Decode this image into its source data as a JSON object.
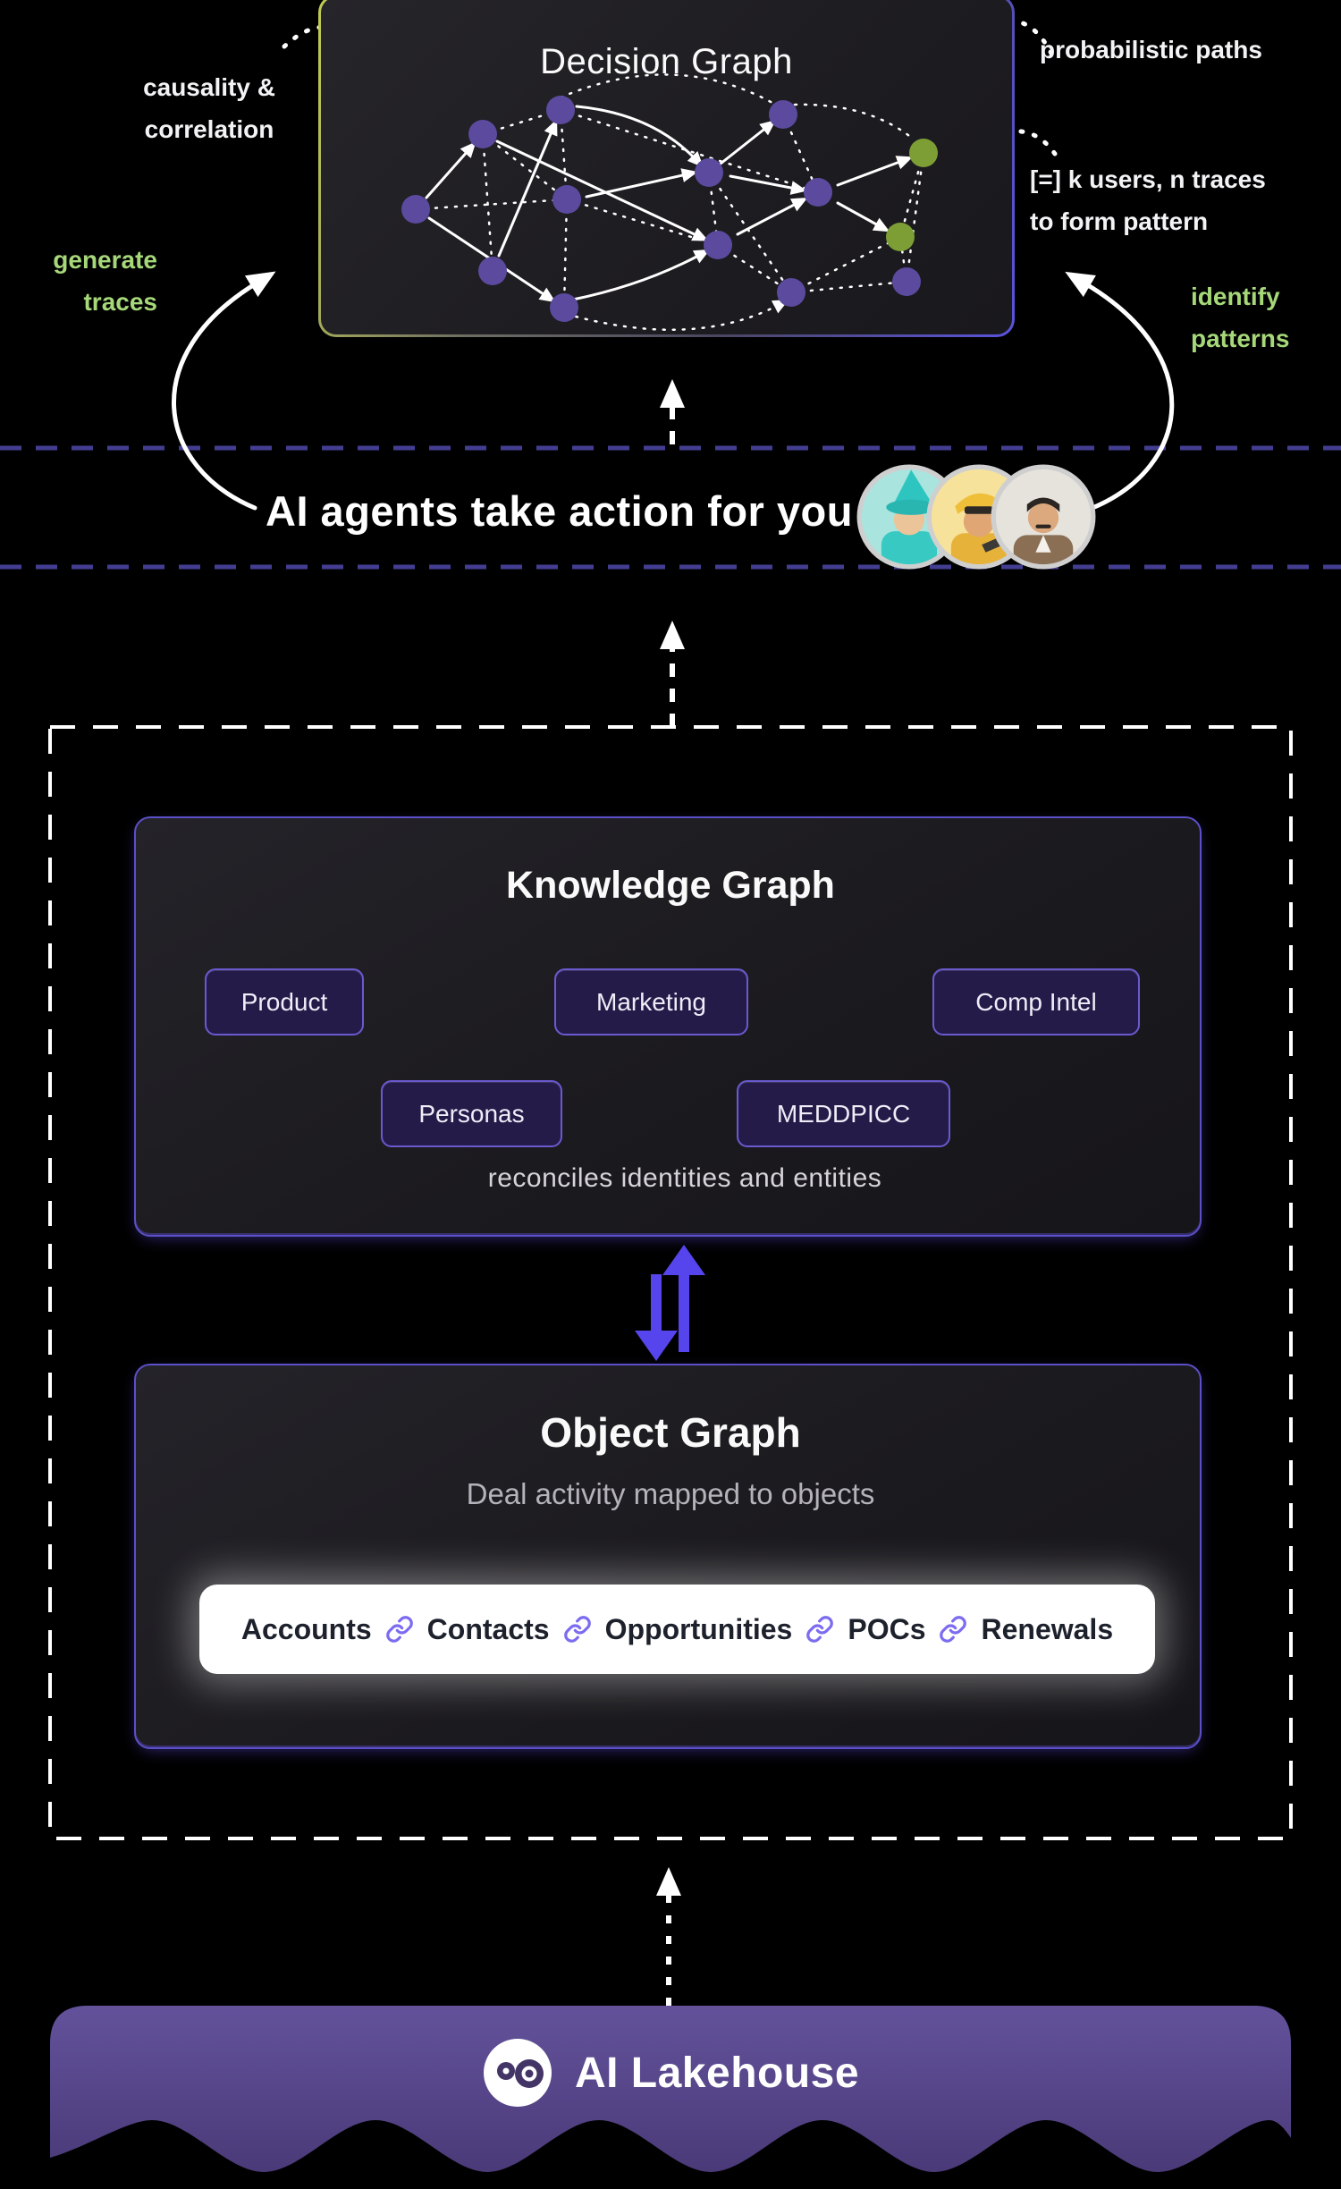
{
  "decision_graph": {
    "title": "Decision Graph"
  },
  "annotations": {
    "causality_line1": "causality &",
    "causality_line2": "correlation",
    "probabilistic": "probabilistic paths",
    "pattern_line1": "[=] k users, n traces",
    "pattern_line2": "to form pattern",
    "generate_line1": "generate",
    "generate_line2": "traces",
    "identify_line1": "identify",
    "identify_line2": "patterns"
  },
  "agents_band": {
    "title": "AI agents take action for you",
    "avatars": [
      "wizard-agent",
      "builder-agent",
      "analyst-agent"
    ]
  },
  "knowledge_graph": {
    "title": "Knowledge Graph",
    "nodes": [
      "Product",
      "Marketing",
      "Comp Intel",
      "Personas",
      "MEDDPICC"
    ],
    "caption": "reconciles identities and entities"
  },
  "object_graph": {
    "title": "Object Graph",
    "subtitle": "Deal activity mapped to objects",
    "objects": [
      "Accounts",
      "Contacts",
      "Opportunities",
      "POCs",
      "Renewals"
    ]
  },
  "lakehouse": {
    "title": "AI Lakehouse"
  },
  "colors": {
    "accent_green_text": "#a6d87a",
    "band_dash_purple": "#433e91",
    "blue_arrow": "#5645ec",
    "graph_node_purple": "#5b4a9e",
    "graph_node_green": "#7d9e35",
    "panel_border_purple": "#5b50c8",
    "link_icon_purple": "#7b6cf0",
    "lakehouse_top": "#63529b",
    "lakehouse_bottom": "#4a3a78"
  }
}
